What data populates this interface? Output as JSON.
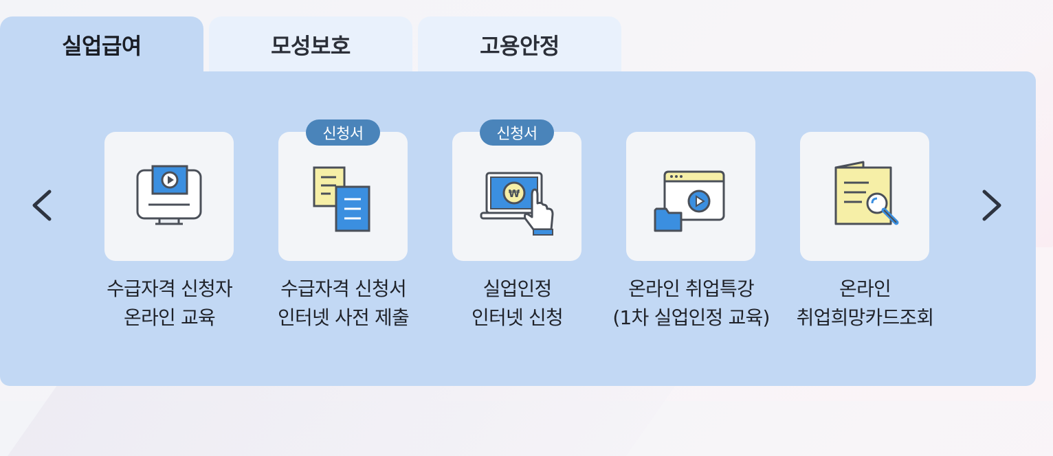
{
  "tabs": [
    {
      "label": "실업급여",
      "active": true
    },
    {
      "label": "모성보호",
      "active": false
    },
    {
      "label": "고용안정",
      "active": false
    }
  ],
  "badge_label": "신청서",
  "items": [
    {
      "line1": "수급자격 신청자",
      "line2": "온라인 교육",
      "badge": false,
      "icon": "monitor-play-icon"
    },
    {
      "line1": "수급자격 신청서",
      "line2": "인터넷 사전 제출",
      "badge": true,
      "icon": "documents-icon"
    },
    {
      "line1": "실업인정",
      "line2": "인터넷 신청",
      "badge": true,
      "icon": "laptop-touch-won-icon"
    },
    {
      "line1": "온라인 취업특강",
      "line2": "(1차 실업인정 교육)",
      "badge": false,
      "icon": "browser-video-folder-icon"
    },
    {
      "line1": "온라인",
      "line2": "취업희망카드조회",
      "badge": false,
      "icon": "document-search-icon"
    }
  ],
  "nav": {
    "prev_icon": "chevron-left-icon",
    "next_icon": "chevron-right-icon"
  },
  "colors": {
    "accent_blue": "#4a84ba",
    "panel_bg": "#c2d8f4",
    "tab_inactive_bg": "#e9f1fc",
    "icon_blue": "#3b8fe0",
    "icon_yellow": "#f6efa7"
  }
}
